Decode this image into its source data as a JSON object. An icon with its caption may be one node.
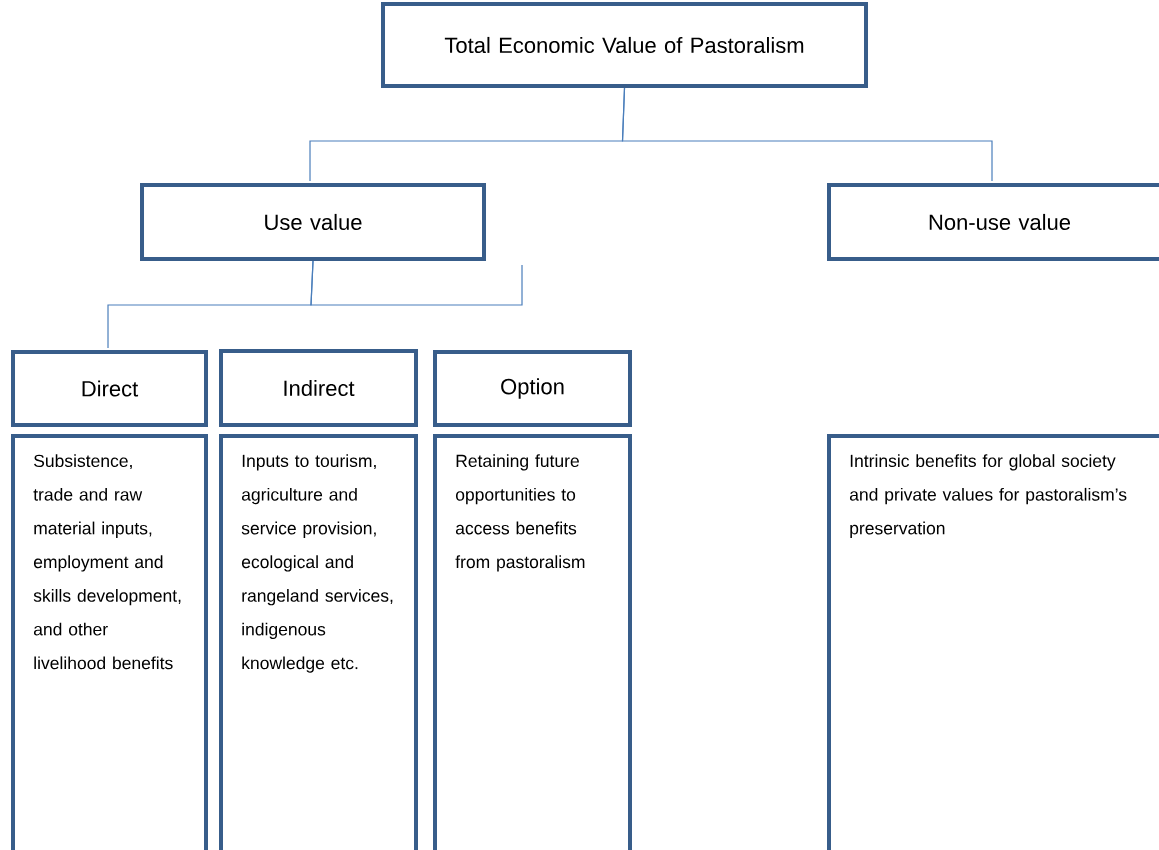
{
  "diagram": {
    "nodes": [
      {
        "text": [
          "Total Economic Value of Pastoralism"
        ]
      },
      {
        "text": [
          "Use value"
        ]
      },
      {
        "text": [
          "Non-use value"
        ]
      },
      {
        "text": [
          "Direct"
        ]
      },
      {
        "text": [
          "Indirect"
        ]
      },
      {
        "text": [
          "Option"
        ]
      },
      {
        "text": [
          "Subsistence, trade and raw material inputs, employment and skills development, and other livelihood benefits"
        ]
      },
      {
        "text": [
          "Inputs to tourism, agriculture and service provision, ecological and rangeland services, indigenous knowledge etc."
        ]
      },
      {
        "text": [
          "Retaining future opportunities to access benefits from pastoralism"
        ]
      },
      {
        "text": [
          "Intrinsic benefits for global society and private values for pastoralism’s preservation"
        ]
      }
    ],
    "edges": [
      {
        "from": 0,
        "to": 1,
        "arrow": "none"
      },
      {
        "from": 0,
        "to": 2,
        "arrow": "none"
      },
      {
        "from": 1,
        "to": 3,
        "arrow": "none"
      },
      {
        "from": 1,
        "to": null,
        "arrow": "none"
      }
    ]
  }
}
